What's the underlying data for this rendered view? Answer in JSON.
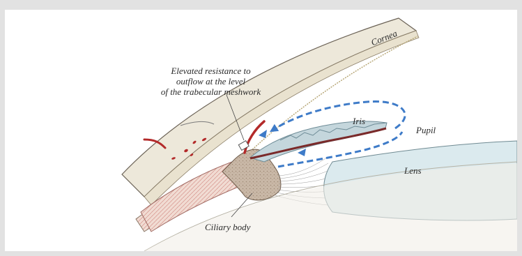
{
  "annotation": {
    "line1": "Elevated resistance to",
    "line2": "outflow at the level",
    "line3": "of the trabecular meshwork"
  },
  "labels": {
    "cornea": "Cornea",
    "iris": "Iris",
    "pupil": "Pupil",
    "lens": "Lens",
    "ciliary_body": "Ciliary body"
  },
  "colors": {
    "background": "#e2e2e2",
    "panel": "#ffffff",
    "cornea_fill": "#ede8da",
    "iris_fill": "#c4d6dc",
    "lens_fill": "#dbeaee",
    "ciliary_fill": "#c7b7a6",
    "sclera_fill": "#eedcd3",
    "vessel": "#b32a2a",
    "flow_arrow": "#3e7bc8"
  }
}
